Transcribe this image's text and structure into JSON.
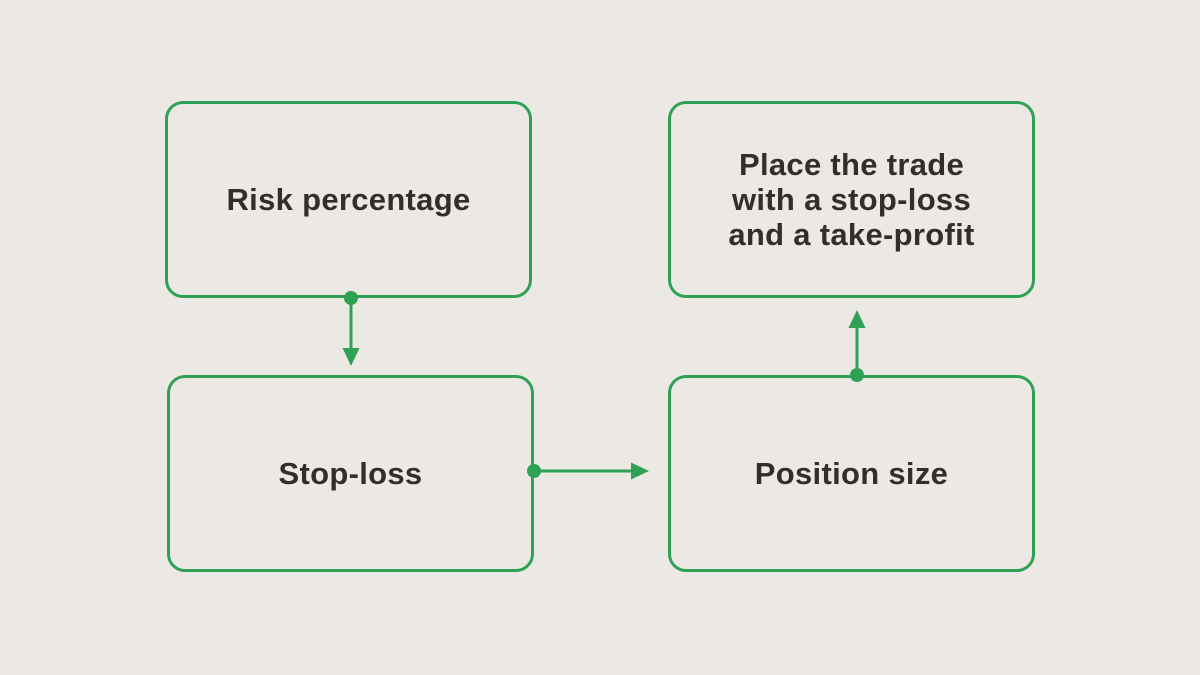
{
  "diagram": {
    "type": "flowchart",
    "colors": {
      "background": "#ECE9E4",
      "accent": "#2EA155",
      "text": "#352D2D"
    },
    "nodes": {
      "risk_percentage": {
        "label": "Risk percentage"
      },
      "place_trade": {
        "label": "Place the trade\nwith a stop-loss\nand a take-profit"
      },
      "stop_loss": {
        "label": "Stop-loss"
      },
      "position_size": {
        "label": "Position size"
      }
    },
    "edges": [
      {
        "from": "Risk percentage",
        "to": "Stop-loss",
        "direction": "down",
        "style": "dot-to-arrowhead"
      },
      {
        "from": "Stop-loss",
        "to": "Position size",
        "direction": "right",
        "style": "dot-to-arrowhead"
      },
      {
        "from": "Position size",
        "to": "Place the trade with a stop-loss and a take-profit",
        "direction": "up",
        "style": "dot-to-arrowhead"
      }
    ]
  }
}
